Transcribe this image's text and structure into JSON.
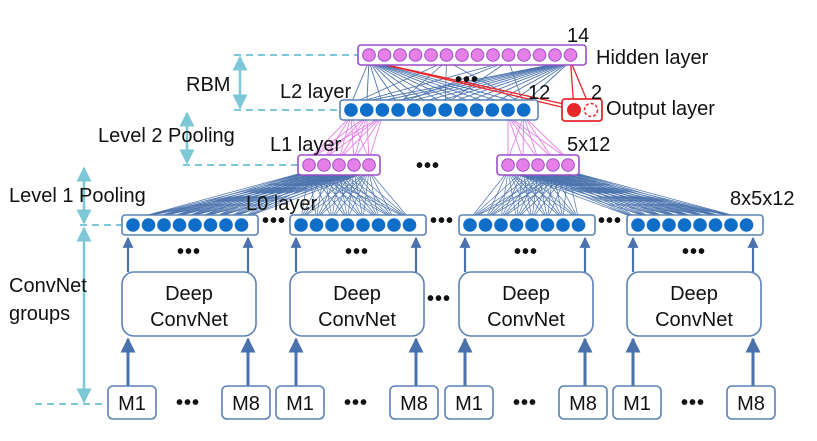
{
  "labels": {
    "hidden_count": "14",
    "hidden_layer": "Hidden layer",
    "rbm": "RBM",
    "l2_layer": "L2 layer",
    "l2_count": "12",
    "output_count": "2",
    "output_layer": "Output layer",
    "level2_pooling": "Level 2 Pooling",
    "l1_layer": "L1 layer",
    "l1_size": "5x12",
    "level1_pooling": "Level 1 Pooling",
    "l0_layer": "L0 layer",
    "l0_size": "8x5x12",
    "convnet_groups_line1": "ConvNet",
    "convnet_groups_line2": "groups"
  },
  "ellipsis": "•••",
  "convnet": {
    "line1": "Deep",
    "line2": "ConvNet"
  },
  "inputs": [
    {
      "first": "M1",
      "last": "M8"
    },
    {
      "first": "M1",
      "last": "M8"
    },
    {
      "first": "M1",
      "last": "M8"
    },
    {
      "first": "M1",
      "last": "M8"
    }
  ],
  "colors": {
    "hidden_fill": "#e67fe6",
    "hidden_border": "#9b4fc7",
    "blue_node": "#0f6ec8",
    "box_border": "#5b82b6",
    "connection": "#4a72ad",
    "output_red": "#e8272d",
    "guide": "#7cc7d8"
  }
}
